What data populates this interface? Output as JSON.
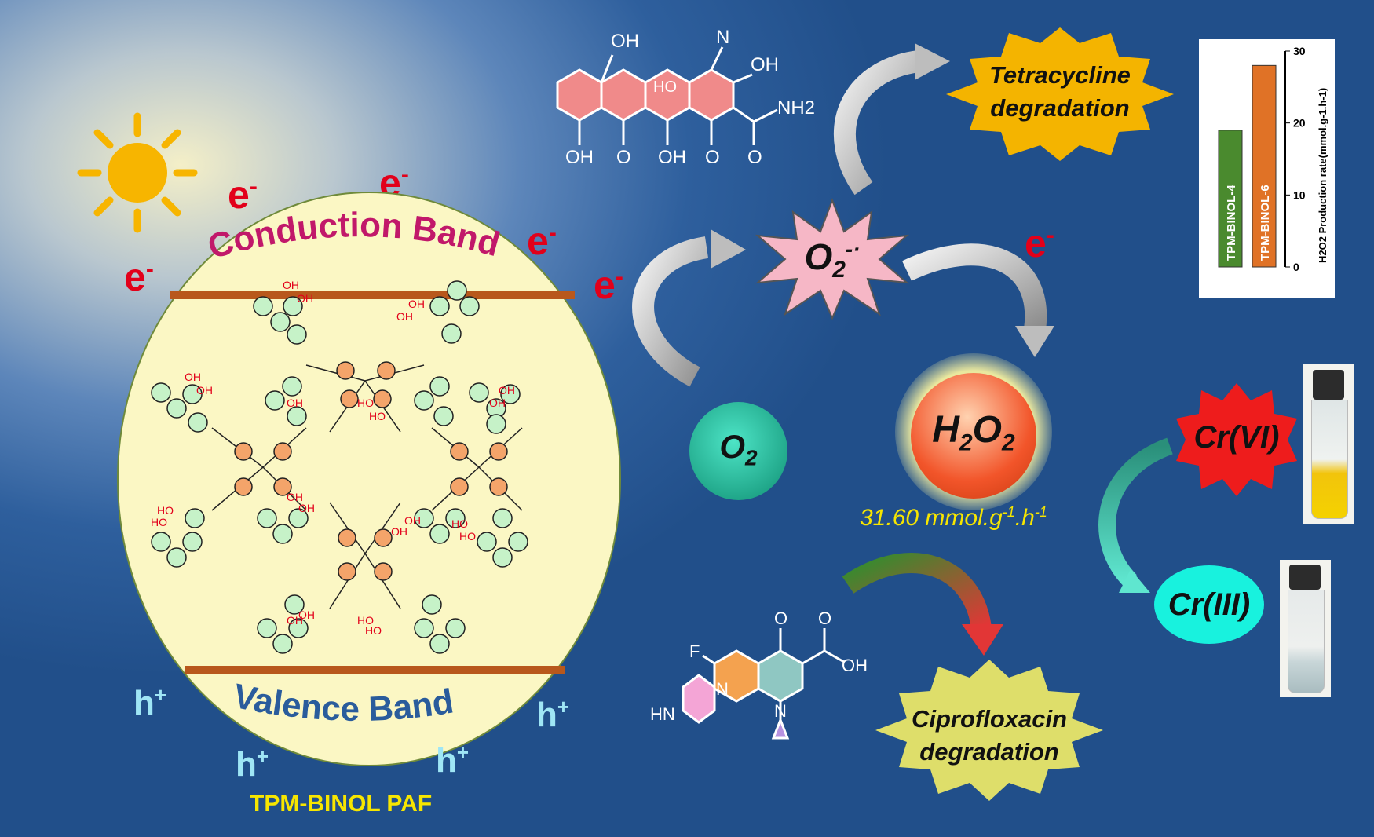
{
  "electrons": [
    "e",
    "-"
  ],
  "holes": [
    "h",
    "+"
  ],
  "bands": {
    "conduction": "Conduction Band",
    "valence": "Valence Band",
    "material": "TPM-BINOL PAF"
  },
  "species": {
    "o2": "O",
    "o2_sub": "2",
    "superoxide": "O",
    "superoxide_sub": "2",
    "superoxide_sup": "-·",
    "h2o2_h": "H",
    "h2o2_sub1": "2",
    "h2o2_o": "O",
    "h2o2_sub2": "2"
  },
  "rate": {
    "value": "31.60 mmol.g",
    "sup1": "-1",
    "mid": ".h",
    "sup2": "-1"
  },
  "tetracycline": {
    "line1": "Tetracycline",
    "line2": "degradation"
  },
  "ciprofloxacin": {
    "line1": "Ciprofloxacin",
    "line2": "degradation"
  },
  "chromium": {
    "cr6": "Cr(VI)",
    "cr3": "Cr(III)"
  },
  "chem_labels": {
    "oh": "OH",
    "o": "O",
    "nh2": "NH2",
    "ho": "HO",
    "n": "N",
    "f": "F",
    "hn": "HN"
  },
  "chart_data": {
    "type": "bar",
    "categories": [
      "TPM-BINOL-4",
      "TPM-BINOL-6"
    ],
    "values": [
      19,
      28
    ],
    "ylabel": "H2O2 Production rate(mmol.g-1.h-1)",
    "ylim": [
      0,
      30
    ],
    "yticks": [
      0,
      10,
      20,
      30
    ],
    "colors": [
      "#4a8a2e",
      "#e07226"
    ]
  }
}
